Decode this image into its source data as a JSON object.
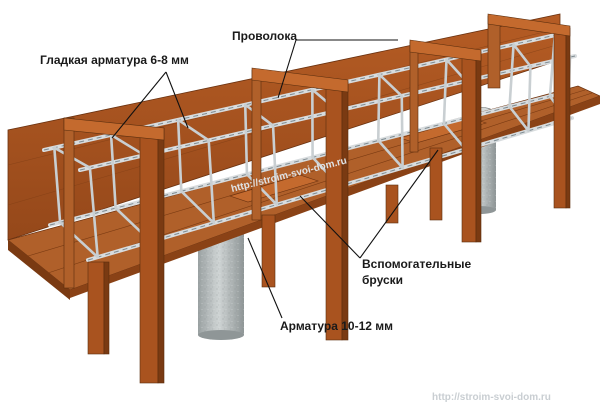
{
  "labels": {
    "wire": "Проволока",
    "smooth_rebar": "Гладкая арматура 6-8 мм",
    "aux_bars_line1": "Вспомогательные",
    "aux_bars_line2": "бруски",
    "main_rebar": "Арматура 10-12 мм"
  },
  "watermarks": {
    "center": "http://stroim-svoi-dom.ru",
    "corner": "http://stroim-svoi-dom.ru"
  },
  "colors": {
    "wood_front": "#a9531f",
    "wood_dark": "#7a3a12",
    "wood_top": "#c46a2e",
    "concrete": "#b9bfbf",
    "rebar": "#d8dcde"
  }
}
